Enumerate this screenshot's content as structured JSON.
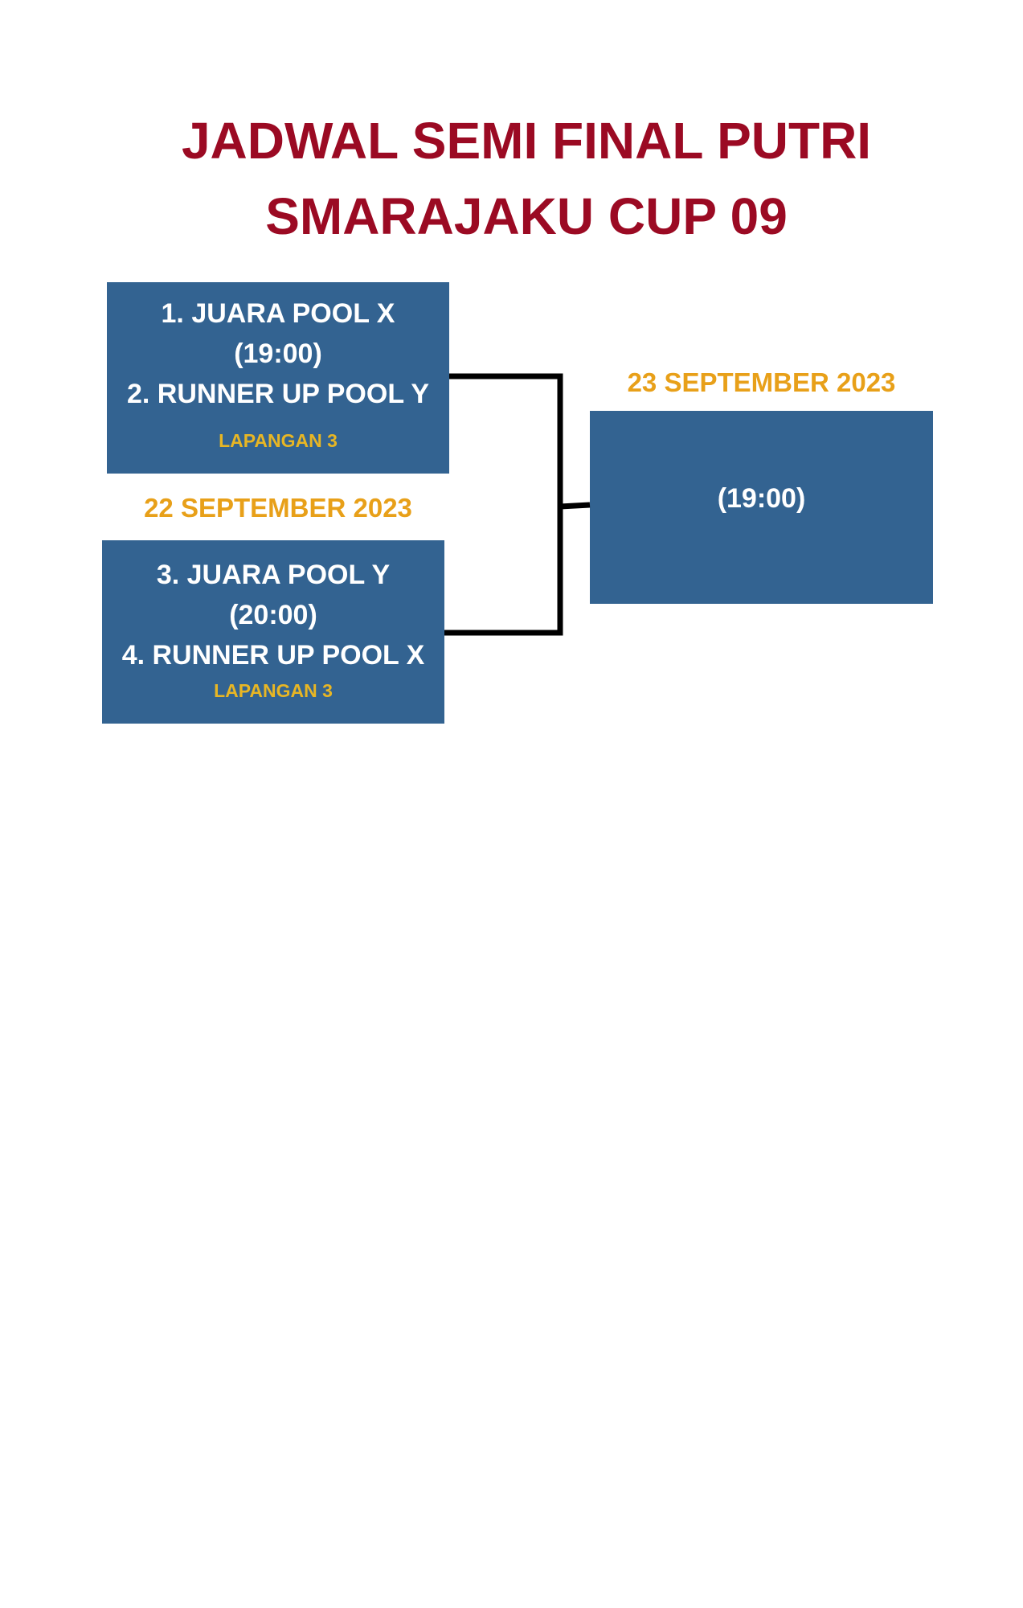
{
  "title": {
    "line1": "JADWAL SEMI FINAL PUTRI",
    "line2": "SMARAJAKU CUP 09"
  },
  "semi_final_1": {
    "team1": "1. JUARA POOL X",
    "time": "(19:00)",
    "team2": "2. RUNNER UP POOL Y",
    "court": "LAPANGAN 3"
  },
  "semi_final_date": "22 SEPTEMBER 2023",
  "semi_final_2": {
    "team1": "3. JUARA POOL Y",
    "time": "(20:00)",
    "team2": "4. RUNNER UP POOL X",
    "court": "LAPANGAN 3"
  },
  "final": {
    "date": "23 SEPTEMBER 2023",
    "time": "(19:00)"
  },
  "colors": {
    "title": "#9b0a23",
    "box": "#336391",
    "date": "#e8a019",
    "court": "#e8b624",
    "connector": "#000000"
  }
}
